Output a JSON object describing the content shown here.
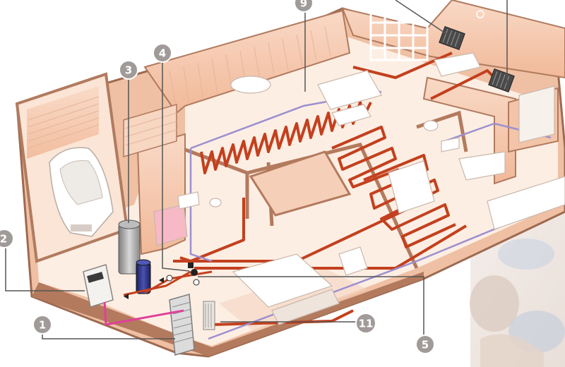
{
  "callouts": [
    {
      "id": "callout-1",
      "label": "1"
    },
    {
      "id": "callout-2",
      "label": "2"
    },
    {
      "id": "callout-3",
      "label": "3"
    },
    {
      "id": "callout-4",
      "label": "4"
    },
    {
      "id": "callout-5",
      "label": "5"
    },
    {
      "id": "callout-9",
      "label": "9"
    },
    {
      "id": "callout-11",
      "label": "11"
    }
  ],
  "colors": {
    "wall_fill": "#f6cdb4",
    "wall_edge": "#a8745a",
    "floor": "#fdeee3",
    "floor_pipe": "#c3401e",
    "return_pipe": "#9c8fd0",
    "supply_pipe_pink": "#e0409a",
    "tank": "#2a2f7c",
    "badge": "#a09a98",
    "leader": "#555555"
  }
}
